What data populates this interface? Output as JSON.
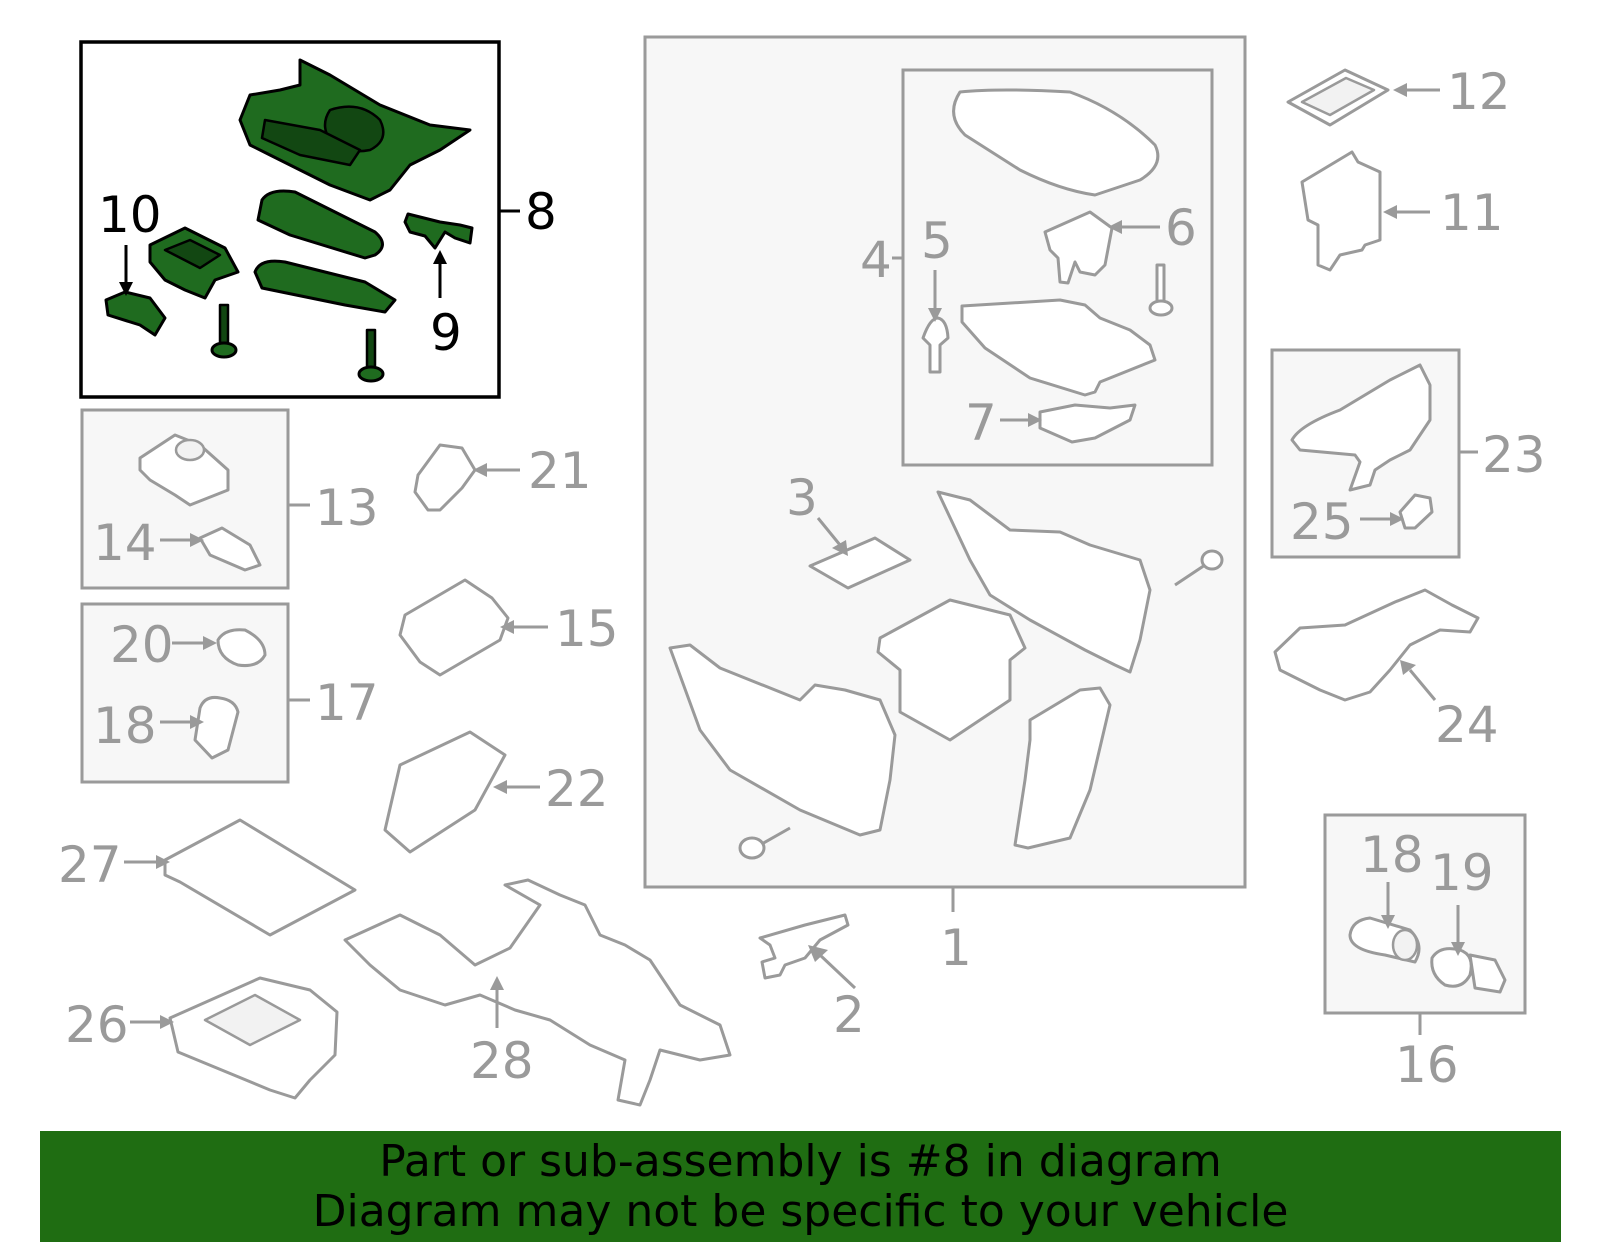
{
  "highlighted_part": "8",
  "callouts": {
    "c1": "1",
    "c2": "2",
    "c3": "3",
    "c4": "4",
    "c5": "5",
    "c6": "6",
    "c7": "7",
    "c8": "8",
    "c9": "9",
    "c10": "10",
    "c11": "11",
    "c12": "12",
    "c13": "13",
    "c14": "14",
    "c15": "15",
    "c16": "16",
    "c17": "17",
    "c18a": "18",
    "c18b": "18",
    "c19": "19",
    "c20": "20",
    "c21": "21",
    "c22": "22",
    "c23": "23",
    "c24": "24",
    "c25": "25",
    "c26": "26",
    "c27": "27",
    "c28": "28"
  },
  "banner": {
    "line1": "Part or sub-assembly is #8 in diagram",
    "line2": "Diagram may not be specific to your vehicle"
  },
  "colors": {
    "highlight_fill": "#1f6b1f",
    "banner_bg": "#1f6d12",
    "diagram_gray": "#9a9a9a"
  }
}
